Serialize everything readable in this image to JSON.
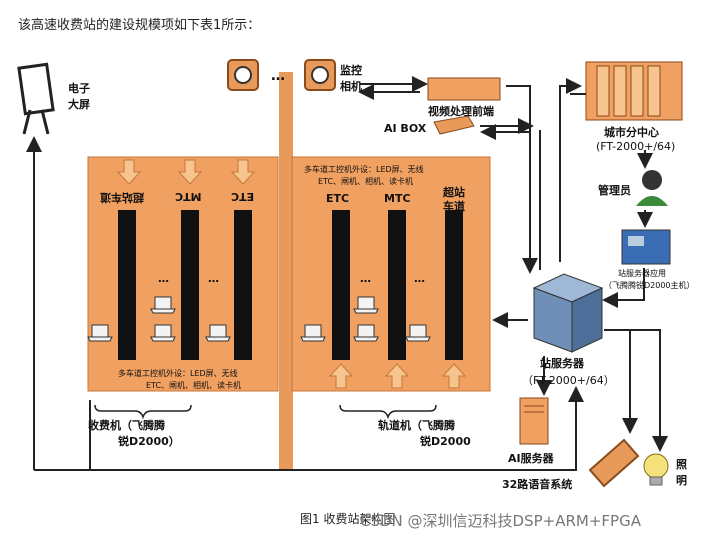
{
  "intro_text": "该高速收费站的建设规模项如下表1所示：",
  "labels": {
    "big_screen": [
      "电子",
      "大屏"
    ],
    "camera": [
      "监控",
      "相机"
    ],
    "video_frontend": "视频处理前端",
    "ai_box": "AI BOX",
    "city_center": "城市分中心",
    "city_center_model": "(FT-2000+/64)",
    "admin": "管理员",
    "server_terminal": [
      "站服务器应用",
      "（飞腾腾锐D2000主机）"
    ],
    "station_server": "站服务器",
    "station_server_model": "（FT-2000+/64）",
    "ai_server": "AI服务器",
    "voice_system": "32路语音系统",
    "lighting": [
      "照",
      "明"
    ],
    "toll_machine": [
      "收费机（飞腾腾",
      "锐D2000）"
    ],
    "lane_machine": [
      "轨道机（飞腾腾",
      "锐D2000"
    ],
    "lanes_left": [
      "超站车道",
      "MTC",
      "ETC"
    ],
    "lanes_right": [
      "ETC",
      "MTC",
      "超站",
      "车道"
    ],
    "peripheral_top": [
      "多车道工控机外设：LED屏、无线",
      "ETC、闸机、相机、读卡机"
    ],
    "peripheral_bottom": [
      "多车道工控机外设：LED屏、无线",
      "ETC、闸机、相机、读卡机"
    ],
    "dots": "…"
  },
  "caption": "图1   收费站架构图",
  "watermark": "CSDN @深圳信迈科技DSP+ARM+FPGA",
  "colors": {
    "orange": "#F0A060",
    "orange_dark": "#D67A35",
    "orange_light": "#F7C48E",
    "lane_black": "#111111"
  }
}
